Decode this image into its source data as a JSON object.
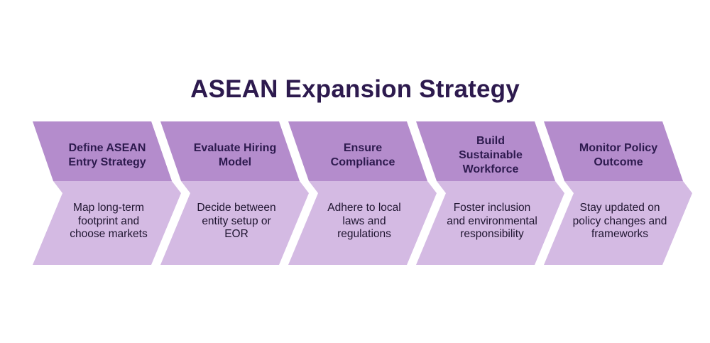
{
  "title": "ASEAN Expansion Strategy",
  "colors": {
    "title_text": "#2d1a4e",
    "top_band": "#b48ccc",
    "bottom_band": "#d4bae3",
    "heading_text": "#2d1a4e",
    "body_text": "#1f1530",
    "background": "#ffffff"
  },
  "steps": [
    {
      "heading": "Define ASEAN Entry Strategy",
      "description": "Map long-term footprint and choose markets"
    },
    {
      "heading": "Evaluate Hiring Model",
      "description": "Decide between entity setup or EOR"
    },
    {
      "heading": "Ensure Compliance",
      "description": "Adhere to local laws and regulations"
    },
    {
      "heading": "Build Sustainable Workforce",
      "description": "Foster inclusion and environmental responsibility"
    },
    {
      "heading": "Monitor Policy Outcome",
      "description": "Stay updated on policy changes and frameworks"
    }
  ]
}
